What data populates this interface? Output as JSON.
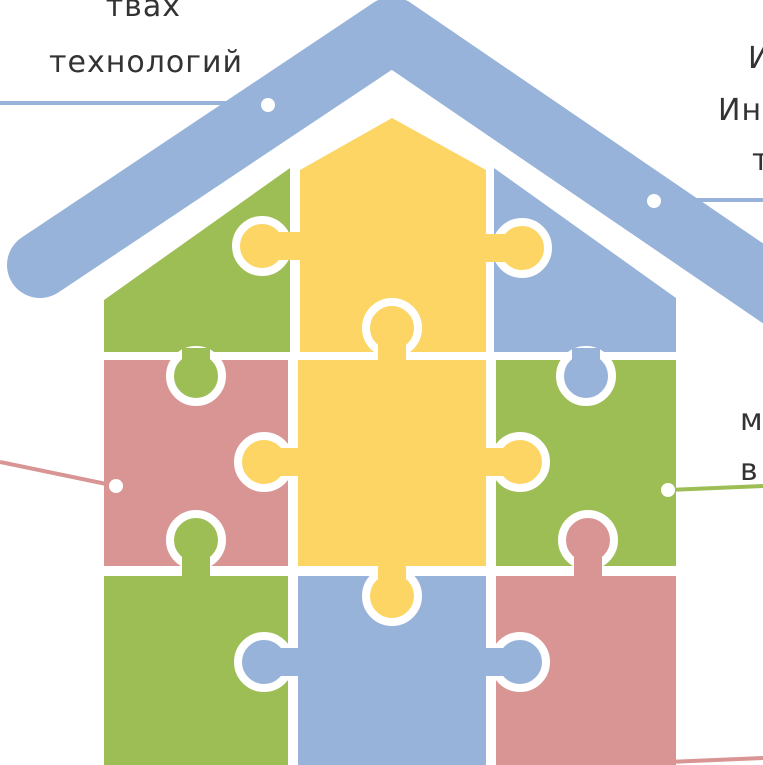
{
  "labels": {
    "top_left_line1": "твах",
    "top_left_line2": "технологий",
    "top_right_line1": "И",
    "top_right_line2": "Ин",
    "top_right_line3": "т",
    "right_line1": "м",
    "right_line2": "в"
  },
  "colors": {
    "roof": "#97b3d9",
    "yellow": "#fcd565",
    "green": "#9dbe55",
    "red": "#d99494",
    "blue": "#97b3d9",
    "text": "#333333"
  }
}
